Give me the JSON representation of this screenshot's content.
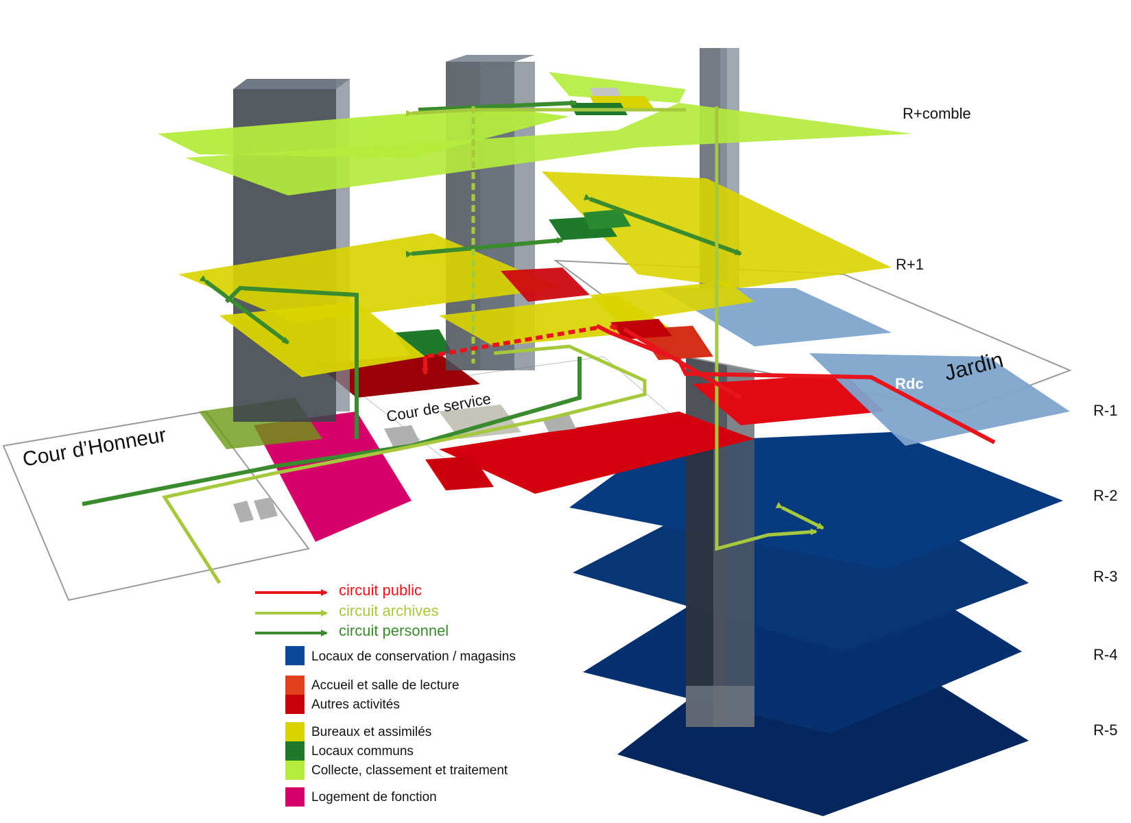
{
  "levels": [
    "R+comble",
    "R+1",
    "Rdc",
    "R-1",
    "R-2",
    "R-3",
    "R-4",
    "R-5"
  ],
  "places": {
    "cour_honneur": "Cour d’Honneur",
    "cour_service": "Cour de service",
    "jardin": "Jardin"
  },
  "circuits": [
    {
      "label": "circuit public",
      "color": "#e8141c"
    },
    {
      "label": "circuit archives",
      "color": "#a6c83c"
    },
    {
      "label": "circuit personnel",
      "color": "#3a8a2e"
    }
  ],
  "legend": [
    {
      "label": "Locaux de conservation / magasins",
      "color": "#0b4a9a"
    },
    {
      "label": "Accueil et salle de lecture",
      "color": "#e0401c"
    },
    {
      "label": "Autres activités",
      "color": "#c8000a"
    },
    {
      "label": "Bureaux et assimilés",
      "color": "#d9d400"
    },
    {
      "label": "Locaux communs",
      "color": "#1e7a2a"
    },
    {
      "label": "Collecte, classement et traitement",
      "color": "#b4ec3c"
    },
    {
      "label": "Logement de fonction",
      "color": "#d6006a"
    }
  ]
}
